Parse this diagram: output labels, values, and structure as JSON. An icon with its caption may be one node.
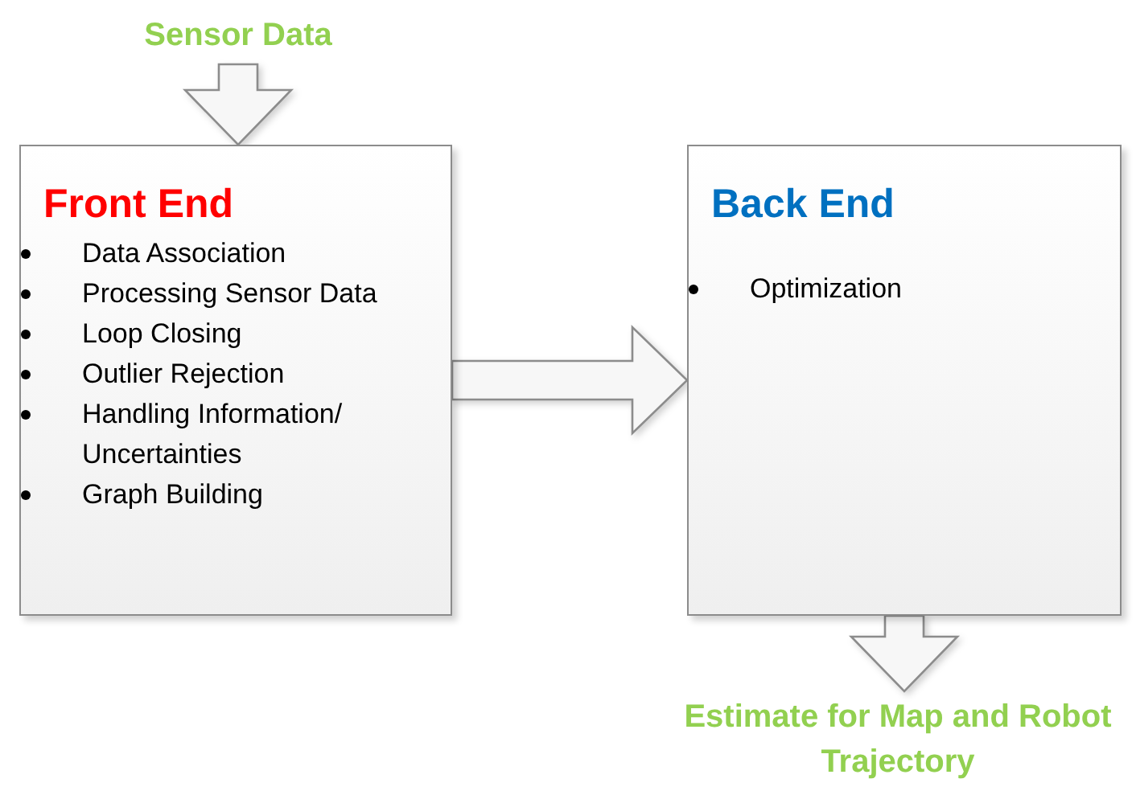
{
  "diagram": {
    "nodes": [
      {
        "text": [
          "Sensor Data"
        ]
      },
      {
        "text": [
          "Front End",
          "Data Association",
          "Processing Sensor Data",
          "Loop Closing",
          "Outlier Rejection",
          "Handling Information/ Uncertainties",
          "Graph Building"
        ]
      },
      {
        "text": [
          "Back End",
          "Optimization"
        ]
      },
      {
        "text": [
          "Estimate for Map and Robot Trajectory"
        ]
      }
    ],
    "edges": [
      {
        "from": 0,
        "to": 1,
        "arrow": "to",
        "style": "thick"
      },
      {
        "from": 1,
        "to": 2,
        "arrow": "to",
        "style": "thick"
      },
      {
        "from": 2,
        "to": 3,
        "arrow": "to",
        "style": "thick"
      }
    ]
  }
}
